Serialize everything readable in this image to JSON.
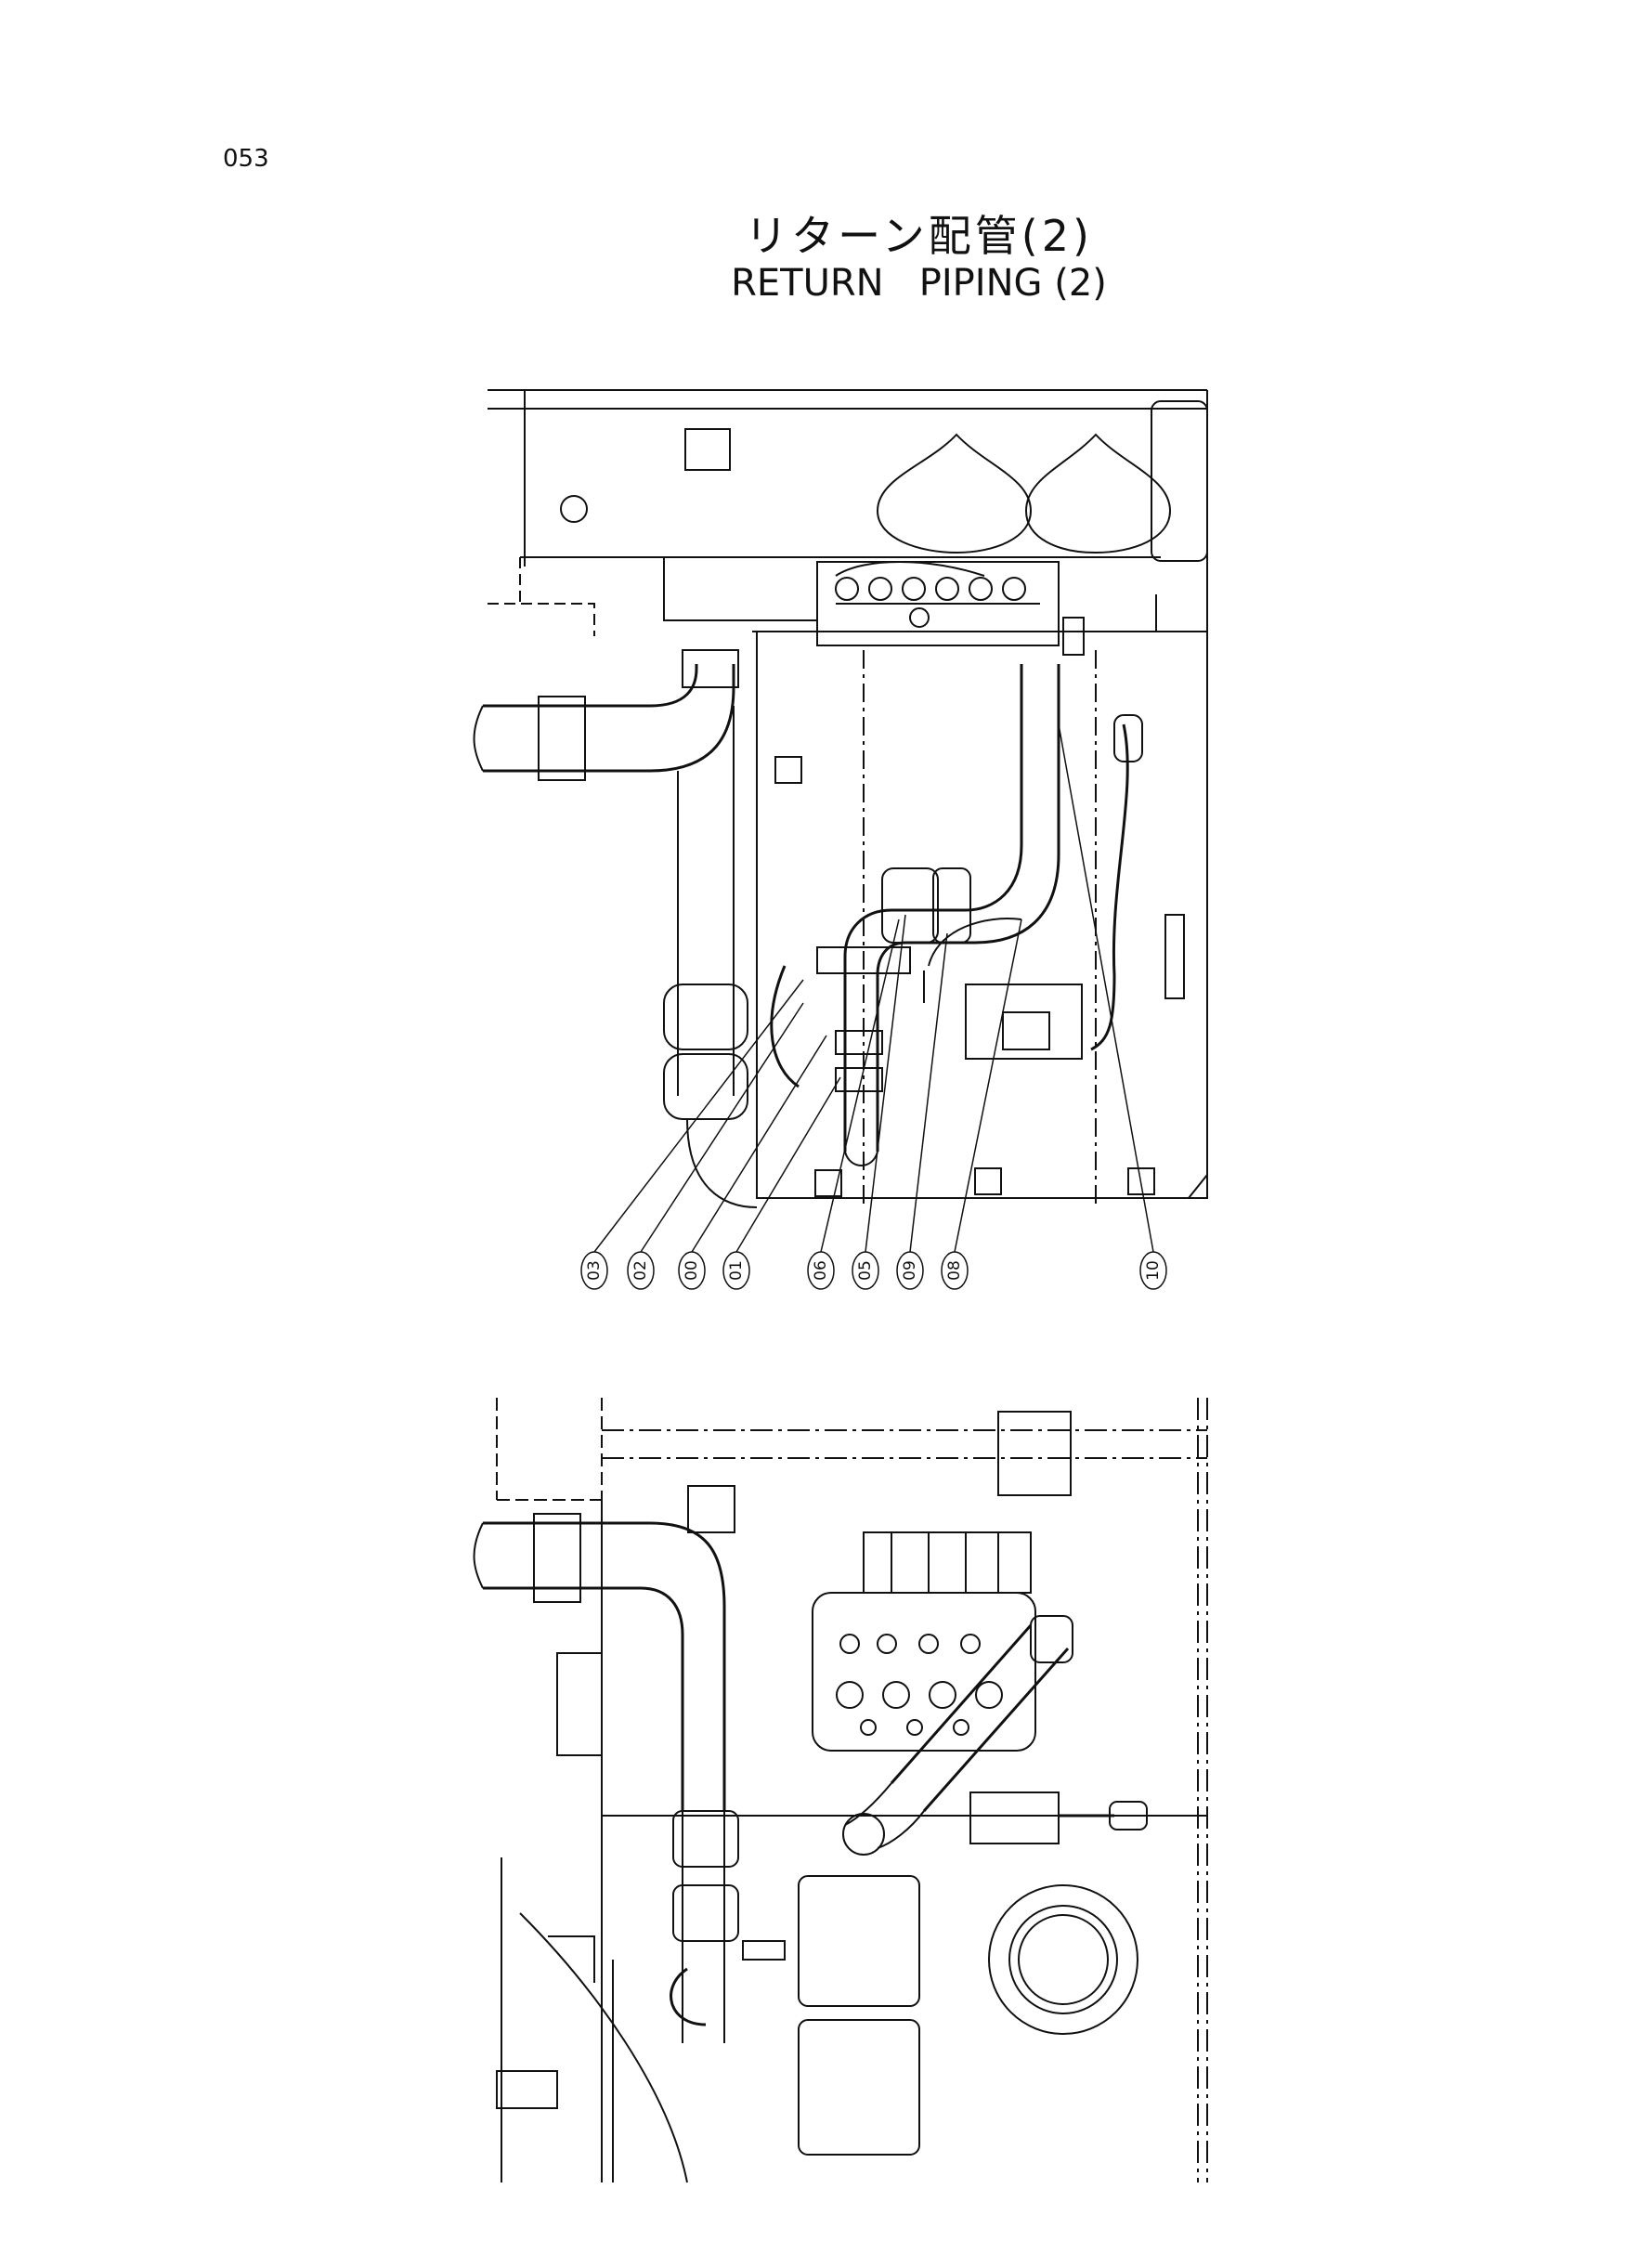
{
  "page": {
    "number": "053"
  },
  "title": {
    "japanese": "リターン配管(2)",
    "english": "RETURN   PIPING (2)"
  },
  "callouts": [
    {
      "label": "03"
    },
    {
      "label": "02"
    },
    {
      "label": "00"
    },
    {
      "label": "01"
    },
    {
      "label": "06"
    },
    {
      "label": "05"
    },
    {
      "label": "09"
    },
    {
      "label": "08"
    },
    {
      "label": "10"
    }
  ]
}
